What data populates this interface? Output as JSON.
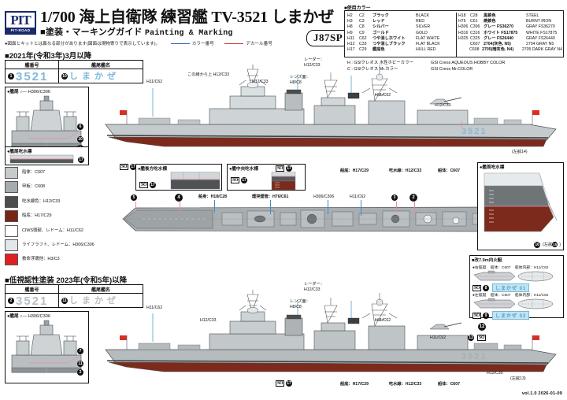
{
  "header": {
    "brand": "PIT-ROAD",
    "logo_mark": "PIT",
    "scale_and_title": "1/700 海上自衛隊 練習艦 TV-3521 しまかぜ",
    "subtitle_jp": "■塗装・マーキングガイド",
    "subtitle_en": "Painting & Marking",
    "kit_number": "J87SP",
    "notice": "●図面とキットとは異なる部分があります(図面は現物寄りで表示しています)。",
    "legend_color_no": "カラー番号",
    "legend_decal_no": "デカール番号",
    "version": "vol.1.0 2026-01-09"
  },
  "colors": {
    "title": "■使用カラー",
    "left": [
      {
        "h": "H2",
        "c": "C2",
        "jp": "ブラック",
        "en": "BLACK"
      },
      {
        "h": "H3",
        "c": "C3",
        "jp": "レッド",
        "en": "RED"
      },
      {
        "h": "H8",
        "c": "C8",
        "jp": "シルバー",
        "en": "SILVER"
      },
      {
        "h": "H9",
        "c": "C9",
        "jp": "ゴールド",
        "en": "GOLD"
      },
      {
        "h": "H11",
        "c": "C62",
        "jp": "つや消しホワイト",
        "en": "FLAT WHITE"
      },
      {
        "h": "H12",
        "c": "C33",
        "jp": "つや消しブラック",
        "en": "FLAT BLACK"
      },
      {
        "h": "H17",
        "c": "C29",
        "jp": "艦底色",
        "en": "HULL RED"
      }
    ],
    "right": [
      {
        "h": "H18",
        "c": "C28",
        "jp": "黒鉄色",
        "en": "STEEL"
      },
      {
        "h": "H76",
        "c": "C61",
        "jp": "焼鉄色",
        "en": "BURNT IRON"
      },
      {
        "h": "H306",
        "c": "C306",
        "jp": "グレー FS36270",
        "en": "GRAY FS36270"
      },
      {
        "h": "H316",
        "c": "C316",
        "jp": "ホワイト FS17875",
        "en": "WHITE FS17875"
      },
      {
        "h": "H325",
        "c": "C325",
        "jp": "グレー FS26440",
        "en": "GRAY FS26440"
      },
      {
        "h": "",
        "c": "C607",
        "jp": "2704(灰色. N5)",
        "en": "2704 GRAY N5"
      },
      {
        "h": "",
        "c": "C608",
        "jp": "2705(暗灰色. N4)",
        "en": "2705 DARK GRAY N4"
      }
    ],
    "brand_h_key": "H : GSIクレオス 水性ホビーカラー",
    "brand_h_val": "GSI Creos AQUEOUS HOBBY COLOR",
    "brand_c_key": "C : GSIクレオス Mr.カラー",
    "brand_c_val": "GSI Creos Mr.COLOR"
  },
  "sections": {
    "upper_title": "■2021年(令和3年)3月以降",
    "lower_title": "■低視認性塗装 2023年(令和5年)以降"
  },
  "nameplate": {
    "col_hull": "艦番号",
    "col_name": "艦尾艦名",
    "hull_number": "3521",
    "ship_name_kana": "しまかぜ",
    "decal_hull_upper": "1",
    "decal_name_upper": "10",
    "decal_hull_lower": "2",
    "decal_name_lower": "11"
  },
  "panels": {
    "stern_upper": {
      "title": "●艦尾",
      "color": "H306/C306"
    },
    "stern_draft_upper": {
      "title": "●艦尾吃水標"
    },
    "stern_lower": {
      "title": "●艦尾",
      "color": "H306/C306"
    },
    "aft_draft": {
      "title": "●艦後方吃水標",
      "decal": "17"
    },
    "mid_draft": {
      "title": "●艦中央吃水標",
      "decal": "17"
    },
    "bow_draft": {
      "title": "●艦首吃水標",
      "decal": "16",
      "note": "(左舷15)"
    },
    "boat": {
      "title": "■改7.9m内火艇",
      "rows": [
        {
          "side": "●右舷艇",
          "hull": "船体：C607",
          "inner": "船体内部：H11/C62",
          "decal_no": "8",
          "decal_text": "しまかぜ 01"
        },
        {
          "side": "●左舷艇",
          "hull": "船体：C607",
          "inner": "船体内部：H11/C62",
          "decal_no": "9",
          "decal_text": "しまかぜ 02"
        }
      ]
    }
  },
  "swatches": [
    {
      "color": "#c6cacb",
      "label": "船体：C607"
    },
    {
      "color": "#a6abae",
      "label": "甲板：C608"
    },
    {
      "color": "#4c4d4f",
      "label": "吃水線色：H12/C33"
    },
    {
      "color": "#7a2418",
      "label": "船底：H17/C29"
    },
    {
      "color": "#ffffff",
      "label": "CIWS頭部、レドーム：H11/C62"
    },
    {
      "color": "#e3e7ea",
      "label": "ライフラフト、レドーム：H306/C306"
    },
    {
      "color": "#e02020",
      "label": "救命浮環他：H3/C3"
    }
  ],
  "callouts": {
    "upper_ship": [
      "H11/C62",
      "この線から上 H12/C33",
      "H12/C33",
      "レンズ面：H8/C8",
      "レーダー：H12/C33",
      "H11/C62",
      "H12/C33",
      "3521"
    ],
    "deck_plan": [
      "船身：H18/C28",
      "煙突煙管：H76/C61",
      "H306/C306",
      "H11/C62",
      "船底：H17/C29",
      "吃水線：H12/C33",
      "船体：C607",
      "H12/C33"
    ],
    "lower_ship": [
      "H11/C62",
      "H12/C33",
      "レンズ面：H8/C8",
      "レーダー：H12/C33",
      "H11/C62",
      "H12/C33",
      "3521",
      "船底：H17/C29",
      "吃水線：H12/C33",
      "船体：C607"
    ],
    "left_note_upper": "(左舷14)",
    "left_note_lower": "(左舷13)",
    "boat_ref_left": "(左舷12)"
  },
  "markers": {
    "so": "SO",
    "draft_decals": [
      "16",
      "17",
      "13",
      "14",
      "12",
      "11",
      "10",
      "9",
      "8",
      "7",
      "6",
      "5",
      "4",
      "3",
      "2",
      "1"
    ]
  }
}
